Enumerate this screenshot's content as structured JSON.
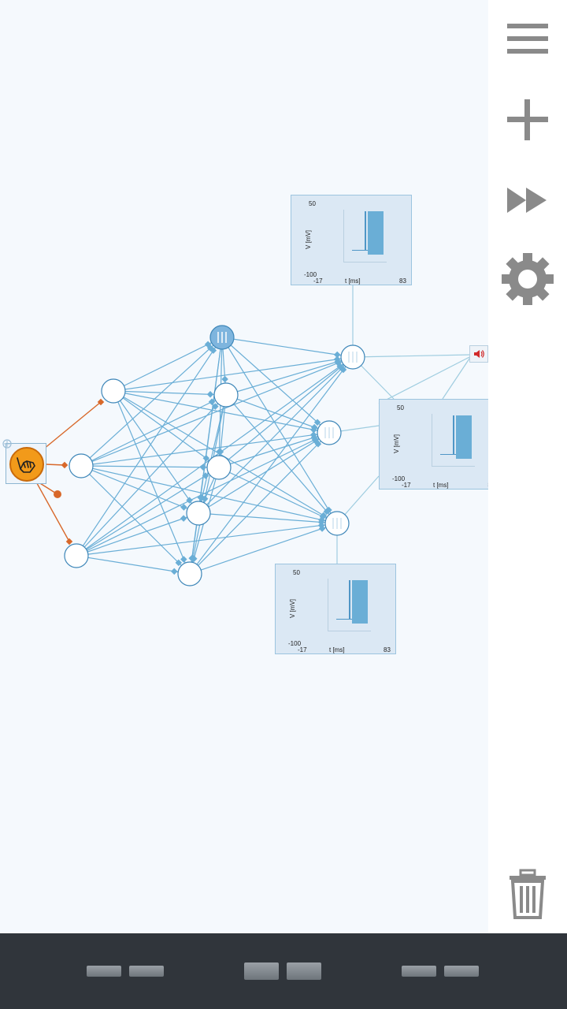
{
  "sidebar": {
    "menu_icon": "hamburger-menu-icon",
    "add_icon": "plus-icon",
    "play_icon": "fast-forward-icon",
    "settings_icon": "gear-icon",
    "trash_icon": "trash-icon"
  },
  "scopes": [
    {
      "y_max": "50",
      "y_min": "-100",
      "x_min": "-17",
      "x_max": "83",
      "x_label": "t [ms]",
      "y_label": "V [mV]"
    },
    {
      "y_max": "50",
      "y_min": "-100",
      "x_min": "-17",
      "x_max": "83",
      "x_label": "t [ms]",
      "y_label": "V [mV]"
    },
    {
      "y_max": "50",
      "y_min": "-100",
      "x_min": "-17",
      "x_max": "83",
      "x_label": "t [ms]",
      "y_label": "V [mV]"
    }
  ],
  "colors": {
    "edge": "#6aaed6",
    "input_edge": "#d8682a",
    "node_fill": "#ffffff",
    "node_stroke": "#3d86b8",
    "active_node_fill": "#7eb5de",
    "sensor_fill": "#f29a1a",
    "speaker": "#d12a2a",
    "navbar": "#30353b"
  }
}
